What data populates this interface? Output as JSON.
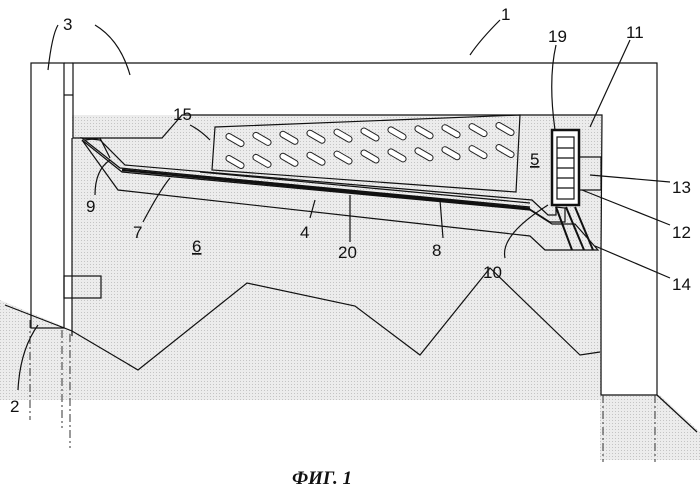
{
  "figure": {
    "caption": "ФИГ. 1",
    "labels": {
      "l1": "1",
      "l2": "2",
      "l3": "3",
      "l4": "4",
      "l5": "5",
      "l6": "6",
      "l7": "7",
      "l8": "8",
      "l9": "9",
      "l10": "10",
      "l11": "11",
      "l12": "12",
      "l13": "13",
      "l14": "14",
      "l15": "15",
      "l19": "19",
      "l20": "20"
    }
  }
}
